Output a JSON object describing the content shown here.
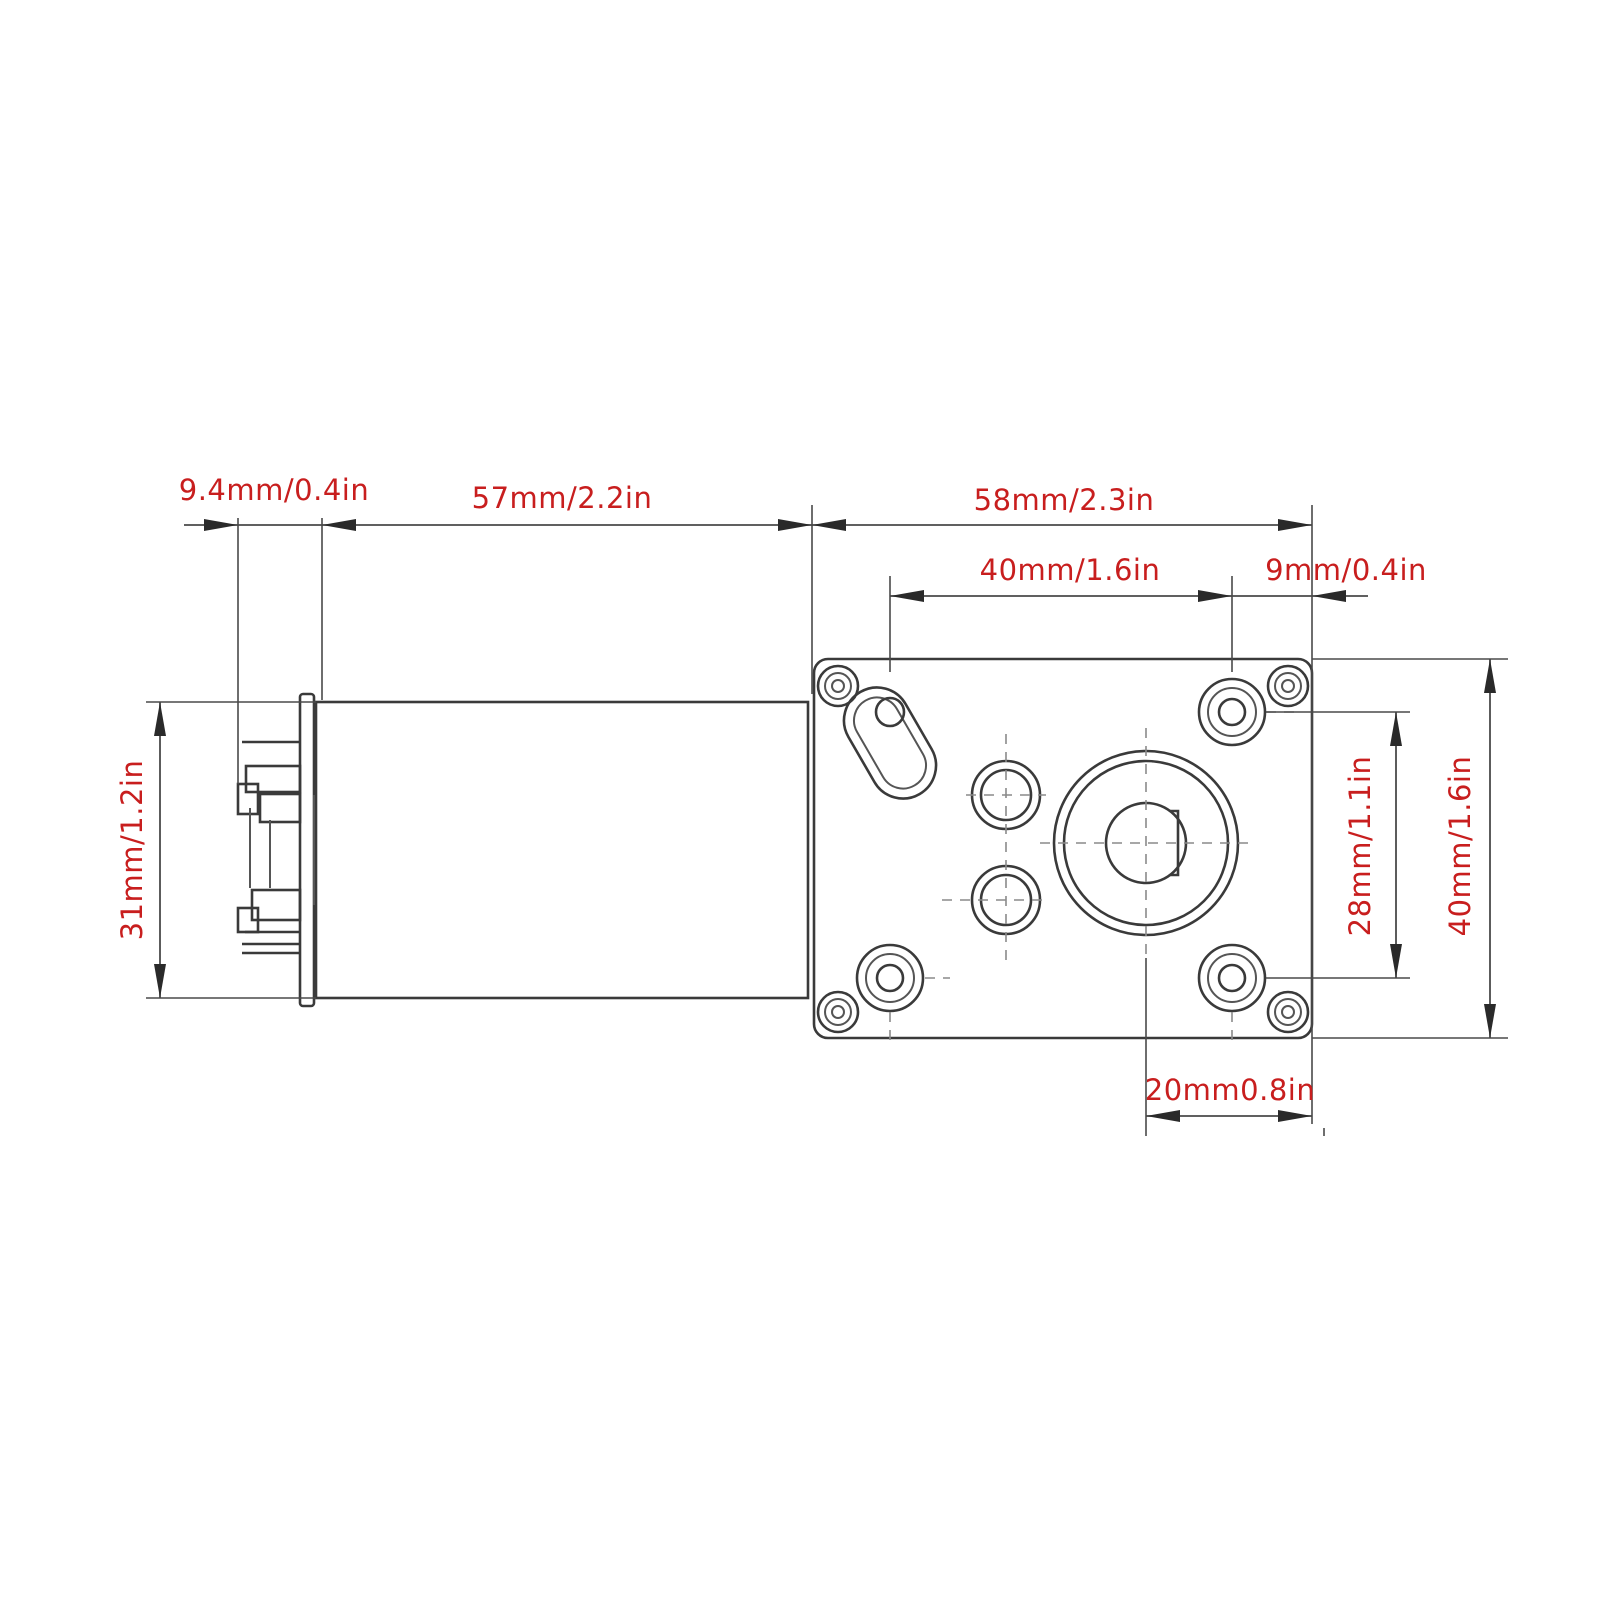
{
  "colors": {
    "background": "#ffffff",
    "line": "#3a3a3a",
    "dimension_text": "#c81e1e"
  },
  "dimensions": {
    "terminal_length": "9.4mm/0.4in",
    "motor_length": "57mm/2.2in",
    "gearbox_length": "58mm/2.3in",
    "mount_hole_spacing_x": "40mm/1.6in",
    "output_edge_offset": "9mm/0.4in",
    "motor_diameter": "31mm/1.2in",
    "mount_hole_spacing_y": "28mm/1.1in",
    "gearbox_height": "40mm/1.6in",
    "shaft_offset": "20mm0.8in"
  }
}
